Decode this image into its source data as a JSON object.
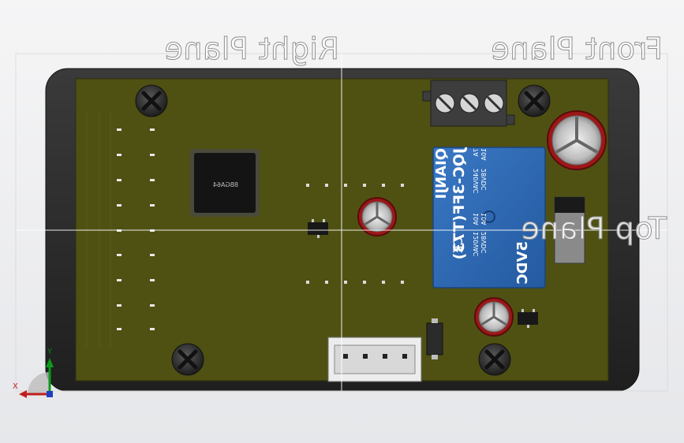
{
  "planes": {
    "front": "Front Plane",
    "right": "Right Plane",
    "top": "Top Plane"
  },
  "chip": {
    "label": "8BGA64"
  },
  "relay": {
    "brand": "QIANJI",
    "model": "JQC-3FF(T73)",
    "rating_left_1": "7A",
    "rating_left_2": "10A",
    "rating_mid_1": "240VAC",
    "rating_mid_2": "28VDC",
    "rating_r1_1": "10A",
    "rating_r1_2": "10A",
    "rating_r2_1": "120VAC",
    "rating_r2_2": "28VDC",
    "coil": "5VDC",
    "cert": "CE"
  },
  "triad": {
    "x": "X",
    "y": "Y"
  },
  "colors": {
    "enclosure": "#2b2b2b",
    "pcb": "#4f5113",
    "relay": "#2f69b5",
    "capacitor": "#b01c1c"
  }
}
